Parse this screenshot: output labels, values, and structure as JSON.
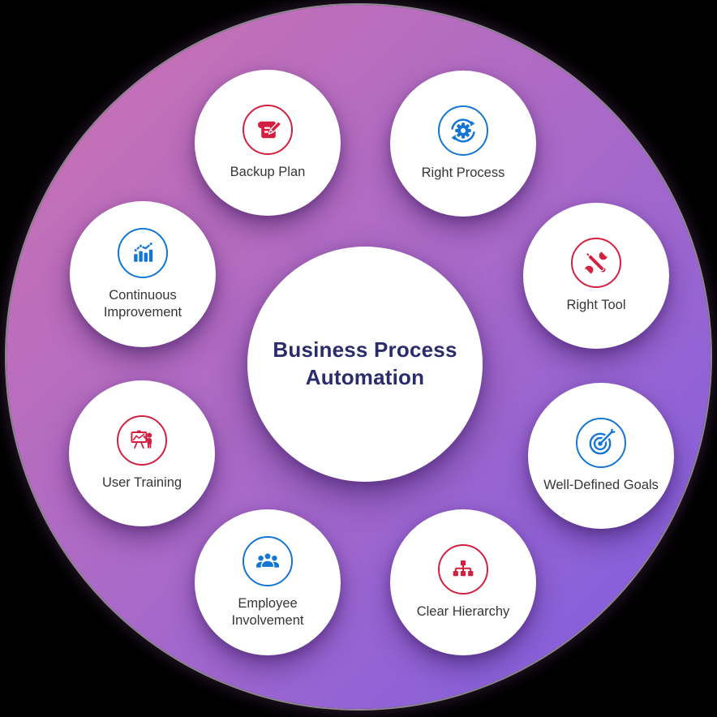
{
  "center": {
    "title": "Business Process Automation"
  },
  "nodes": [
    {
      "label": "Backup Plan",
      "icon": "document-pencil-icon",
      "accent": "#d42040"
    },
    {
      "label": "Right Process",
      "icon": "gear-refresh-icon",
      "accent": "#1476d2"
    },
    {
      "label": "Continuous Improvement",
      "icon": "growth-chart-icon",
      "accent": "#1476d2"
    },
    {
      "label": "Right Tool",
      "icon": "wrench-screwdriver-icon",
      "accent": "#d42040"
    },
    {
      "label": "User Training",
      "icon": "presentation-trainer-icon",
      "accent": "#d42040"
    },
    {
      "label": "Well-Defined Goals",
      "icon": "target-arrow-icon",
      "accent": "#1476d2"
    },
    {
      "label": "Employee Involvement",
      "icon": "team-icon",
      "accent": "#1476d2"
    },
    {
      "label": "Clear Hierarchy",
      "icon": "org-chart-icon",
      "accent": "#d42040"
    }
  ],
  "colors": {
    "red": "#d42040",
    "blue": "#1476d2",
    "title_text": "#2b2c6b",
    "label_text": "#363636",
    "node_background": "#ffffff",
    "gradient_start": "#cd72b0",
    "gradient_end": "#7b5ce2",
    "page_background": "#000000"
  }
}
